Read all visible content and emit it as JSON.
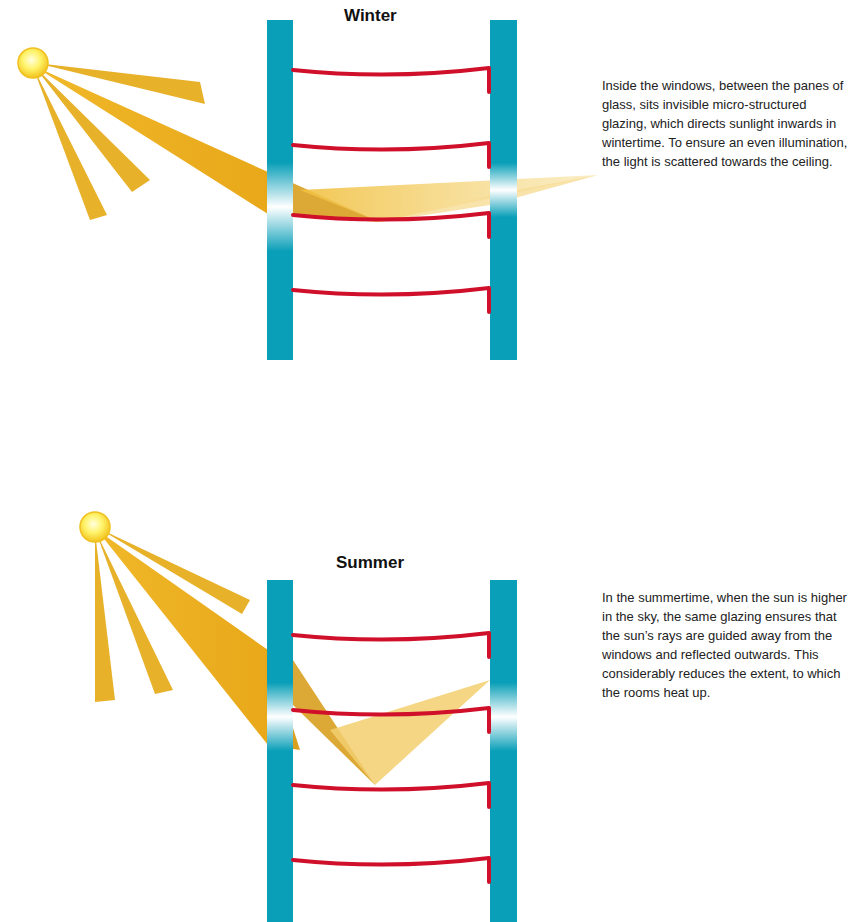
{
  "diagram": {
    "labels": [
      "Winter",
      "Inside the windows, between the panes of glass, sits invisible micro-structured glazing, which directs sunlight inwards in wintertime. To ensure an even illumination, the light is scattered towards the ceiling.",
      "Summer",
      "In the summertime, when the sun is higher in the sky, the same glazing ensures that the sun’s rays are guided away from the windows and reflected outwards. This considerably reduces the extent, to which the rooms heat up."
    ]
  }
}
